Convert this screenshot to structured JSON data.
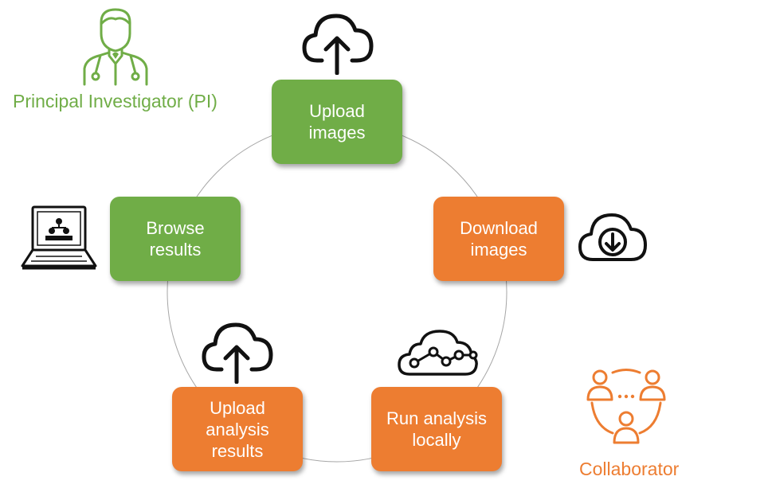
{
  "colors": {
    "pi_green": "#70ad47",
    "collab_orange": "#ed7d31",
    "icon_black": "#111111"
  },
  "roles": {
    "pi": {
      "label": "Principal Investigator (PI)",
      "icon": "doctor-icon"
    },
    "collaborator": {
      "label": "Collaborator",
      "icon": "user-group-icon"
    }
  },
  "steps": [
    {
      "label": "Upload\nimages",
      "role": "pi",
      "icon": "cloud-upload-icon"
    },
    {
      "label": "Download\nimages",
      "role": "collaborator",
      "icon": "cloud-download-icon"
    },
    {
      "label": "Run analysis\nlocally",
      "role": "collaborator",
      "icon": "cloud-network-icon"
    },
    {
      "label": "Upload\nanalysis\nresults",
      "role": "collaborator",
      "icon": "cloud-upload-icon"
    },
    {
      "label": "Browse\nresults",
      "role": "pi",
      "icon": "laptop-hierarchy-icon"
    }
  ]
}
